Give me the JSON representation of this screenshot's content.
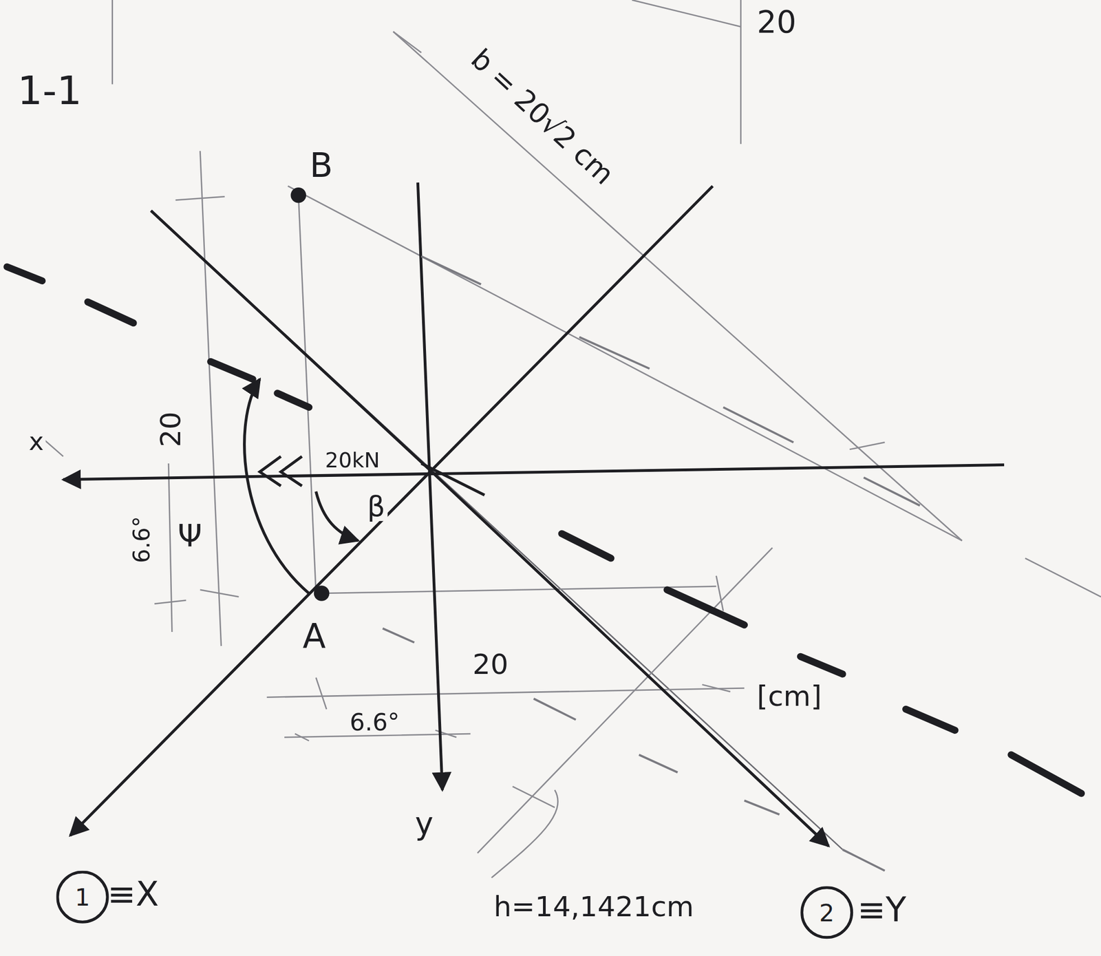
{
  "diagram": {
    "nodes": [
      {
        "text": [
          "1"
        ]
      },
      {
        "text": [
          "2"
        ]
      }
    ],
    "labels": [
      "20",
      "1-1",
      "b = 20√2 cm",
      "B",
      "x",
      "20",
      "20kN",
      "Ψ",
      "β",
      "6.6°",
      "A",
      "20",
      "[cm]",
      "6.6°",
      "y",
      "≡X",
      "h=14,1421cm",
      "≡Y"
    ]
  }
}
